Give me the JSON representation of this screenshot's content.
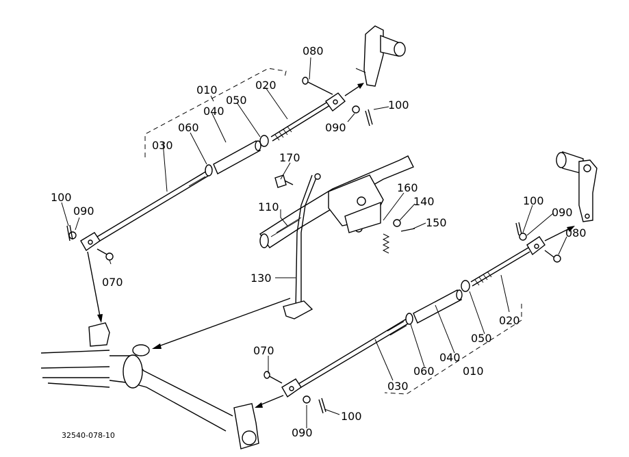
{
  "labels": {
    "010a": "010",
    "020a": "020",
    "030a": "030",
    "040a": "040",
    "050a": "050",
    "060a": "060",
    "070a": "070",
    "080a": "080",
    "090a": "090",
    "090b": "090",
    "100a": "100",
    "100b": "100",
    "110": "110",
    "130": "130",
    "140": "140",
    "150": "150",
    "160": "160",
    "170": "170",
    "010b": "010",
    "020b": "020",
    "030b": "030",
    "040b": "040",
    "050b": "050",
    "060b": "060",
    "070b": "070",
    "080b": "080",
    "090c": "090",
    "090d": "090",
    "100c": "100",
    "100d": "100"
  },
  "diagram_code": "32540-078-10"
}
